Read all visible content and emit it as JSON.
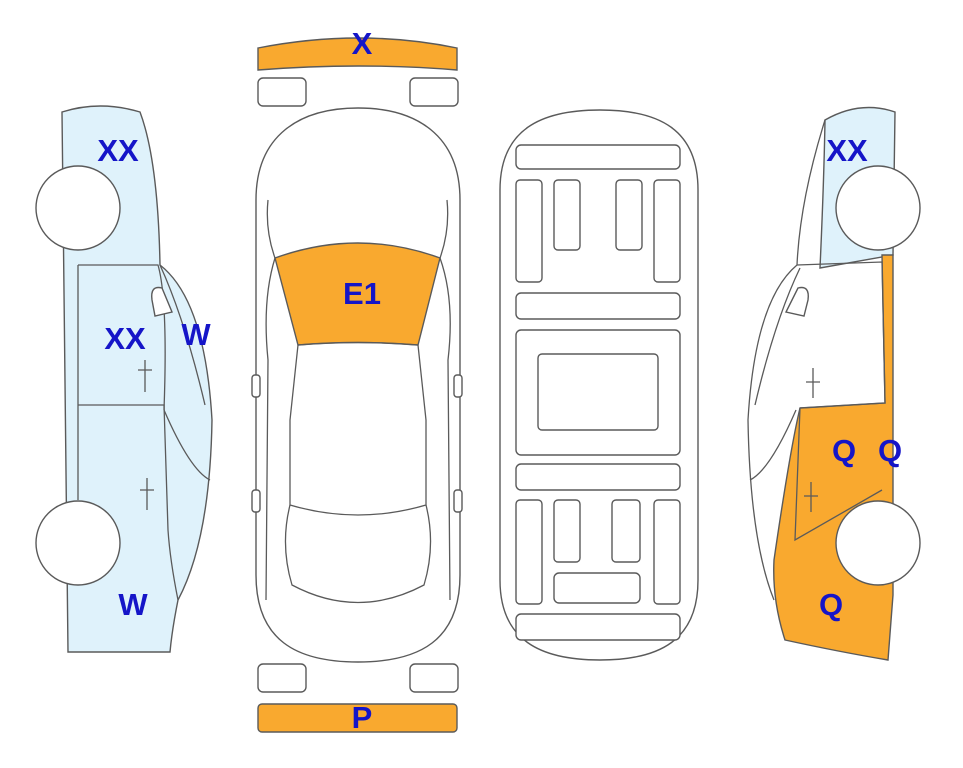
{
  "colors": {
    "damaged": "#f9a92f",
    "minor": "#dff2fb",
    "outline": "#5a5a5a",
    "label": "#1515c8",
    "background": "#ffffff"
  },
  "labels": {
    "front_bumper": "X",
    "windshield": "E1",
    "rear_bumper": "P",
    "left_front_fender": "XX",
    "left_front_door": "XX",
    "left_mirror_area": "W",
    "left_rear_quarter": "W",
    "right_front_fender": "XX",
    "right_rear_door": "Q",
    "right_pillar": "Q",
    "right_rear_quarter": "Q"
  }
}
